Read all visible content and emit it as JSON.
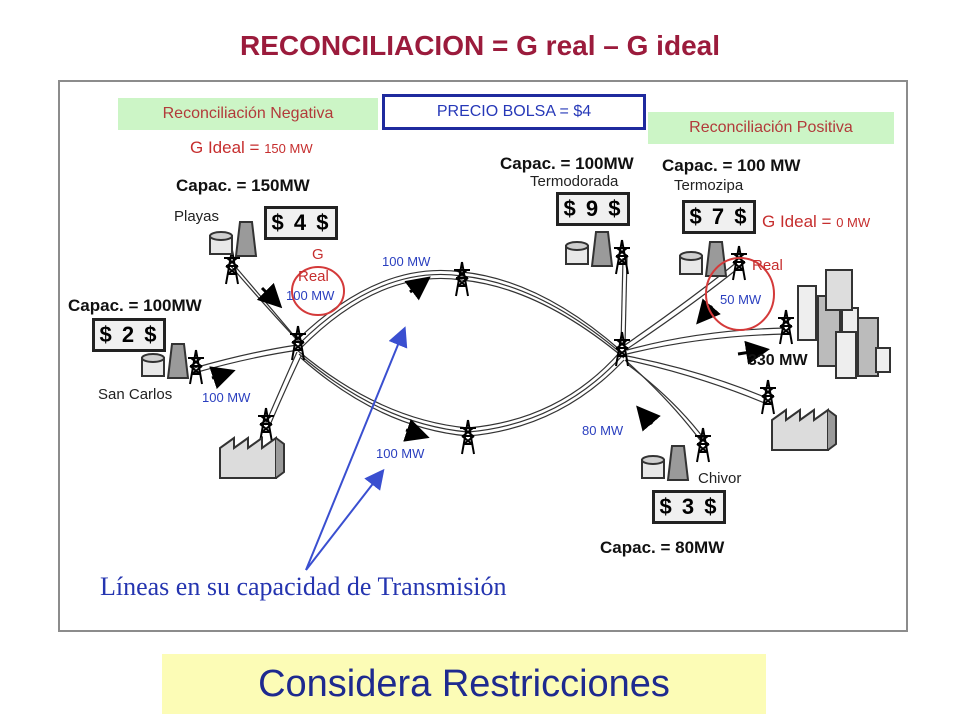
{
  "title": "RECONCILIACION = G real – G ideal",
  "reconciliacion_negativa": "Reconciliación Negativa",
  "reconciliacion_positiva": "Reconciliación Positiva",
  "precio_bolsa": "PRECIO BOLSA = $4",
  "g_ideal_left_label": "G Ideal = ",
  "g_ideal_left_value": "150 MW",
  "g_ideal_right_label": "G Ideal = ",
  "g_ideal_right_value": "0 MW",
  "g_real_left_1": "G",
  "g_real_left_2": "Real",
  "g_real_right": "Real",
  "plants": {
    "playas": {
      "capac": "Capac. = 150MW",
      "name": "Playas",
      "price": "$ 4 $"
    },
    "san_carlos": {
      "capac": "Capac. = 100MW",
      "name": "San Carlos",
      "price": "$ 2 $"
    },
    "termodorada": {
      "capac": "Capac. = 100MW",
      "name": "Termodorada",
      "price": "$ 9 $"
    },
    "termozipa": {
      "capac": "Capac. = 100 MW",
      "name": "Termozipa",
      "price": "$ 7 $"
    },
    "chivor": {
      "capac": "Capac. = 80MW",
      "name": "Chivor",
      "price": "$ 3 $"
    }
  },
  "flows": {
    "playas_flow": "100 MW",
    "top_line": "100 MW",
    "san_carlos_flow": "100 MW",
    "bottom_line": "100 MW",
    "termozipa_flow": "50 MW",
    "chivor_flow": "80 MW",
    "load": "330",
    "load_unit": "MW"
  },
  "lineas_label": "Líneas en su capacidad de Transmisión",
  "considera": "Considera Restricciones",
  "colors": {
    "title": "#9b1b3c",
    "green_box": "#ccf5c6",
    "blue_text": "#2a3fbf",
    "red": "#d43a3a",
    "yellow": "#fcfcb6"
  }
}
